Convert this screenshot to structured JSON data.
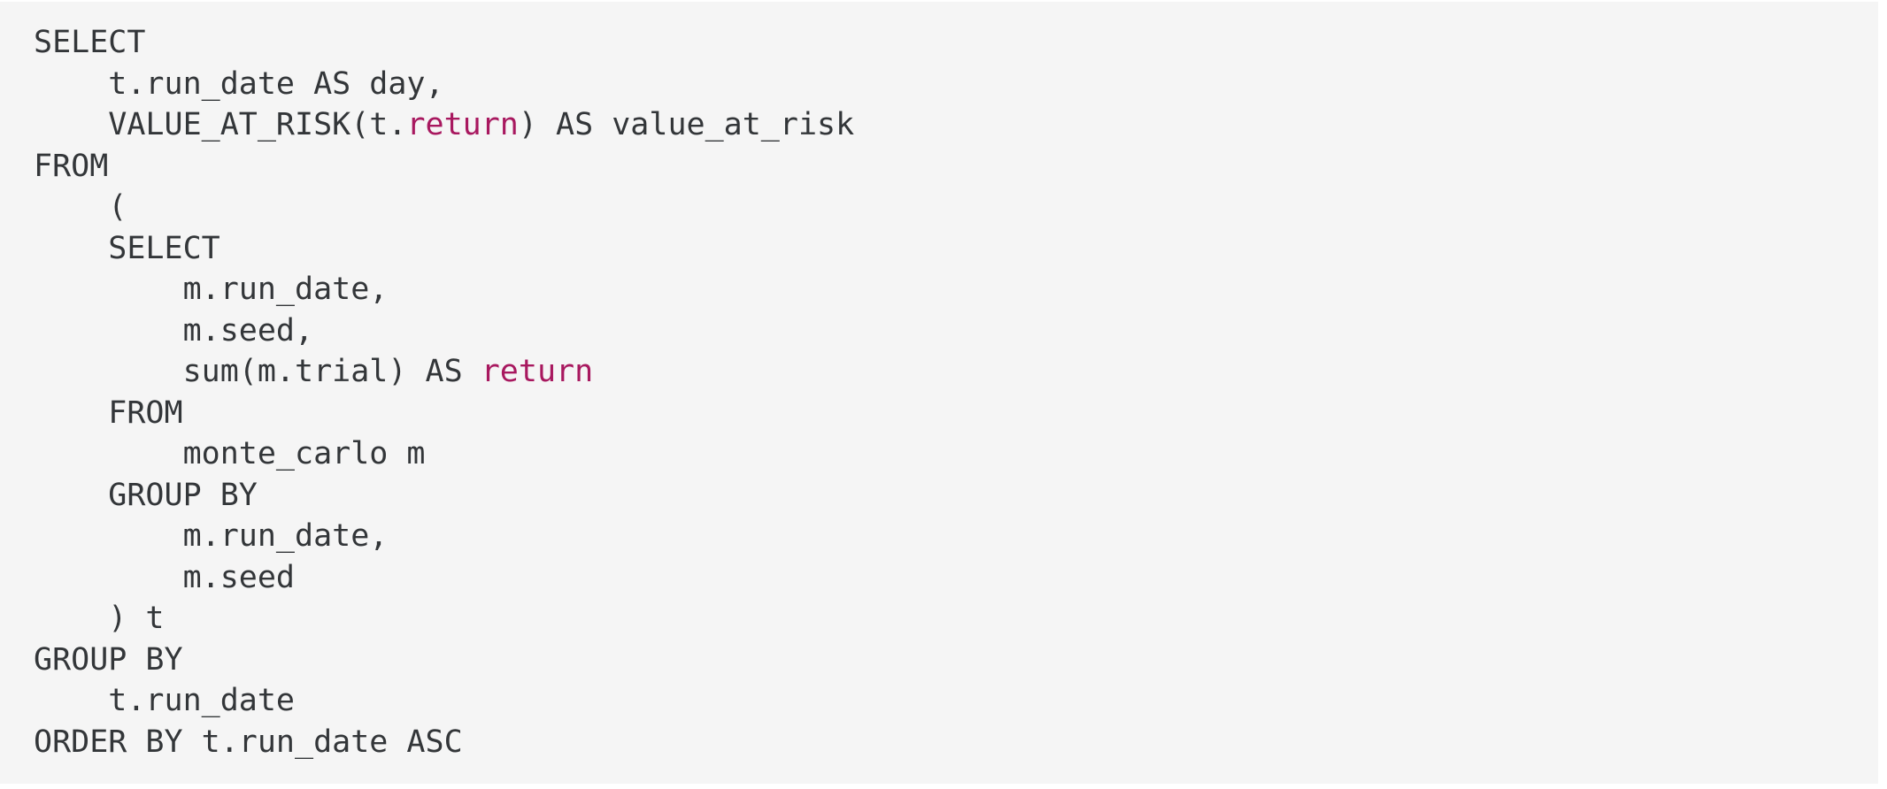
{
  "page": {
    "background": "#ffffff"
  },
  "code_block": {
    "language": "sql",
    "background": "#f5f5f5",
    "text_color": "#333639",
    "keyword_color": "#a8185f",
    "lines": [
      {
        "segments": [
          {
            "text": "SELECT"
          }
        ]
      },
      {
        "segments": [
          {
            "text": "    t.run_date AS day,"
          }
        ]
      },
      {
        "segments": [
          {
            "text": "    VALUE_AT_RISK(t."
          },
          {
            "text": "return",
            "token": "keyword"
          },
          {
            "text": ") AS value_at_risk"
          }
        ]
      },
      {
        "segments": [
          {
            "text": "FROM"
          }
        ]
      },
      {
        "segments": [
          {
            "text": "    ("
          }
        ]
      },
      {
        "segments": [
          {
            "text": "    SELECT"
          }
        ]
      },
      {
        "segments": [
          {
            "text": "        m.run_date,"
          }
        ]
      },
      {
        "segments": [
          {
            "text": "        m.seed,"
          }
        ]
      },
      {
        "segments": [
          {
            "text": "        sum(m.trial) AS "
          },
          {
            "text": "return",
            "token": "keyword"
          }
        ]
      },
      {
        "segments": [
          {
            "text": "    FROM"
          }
        ]
      },
      {
        "segments": [
          {
            "text": "        monte_carlo m"
          }
        ]
      },
      {
        "segments": [
          {
            "text": "    GROUP BY"
          }
        ]
      },
      {
        "segments": [
          {
            "text": "        m.run_date,"
          }
        ]
      },
      {
        "segments": [
          {
            "text": "        m.seed"
          }
        ]
      },
      {
        "segments": [
          {
            "text": "    ) t"
          }
        ]
      },
      {
        "segments": [
          {
            "text": "GROUP BY"
          }
        ]
      },
      {
        "segments": [
          {
            "text": "    t.run_date"
          }
        ]
      },
      {
        "segments": [
          {
            "text": "ORDER BY t.run_date ASC"
          }
        ]
      }
    ]
  }
}
